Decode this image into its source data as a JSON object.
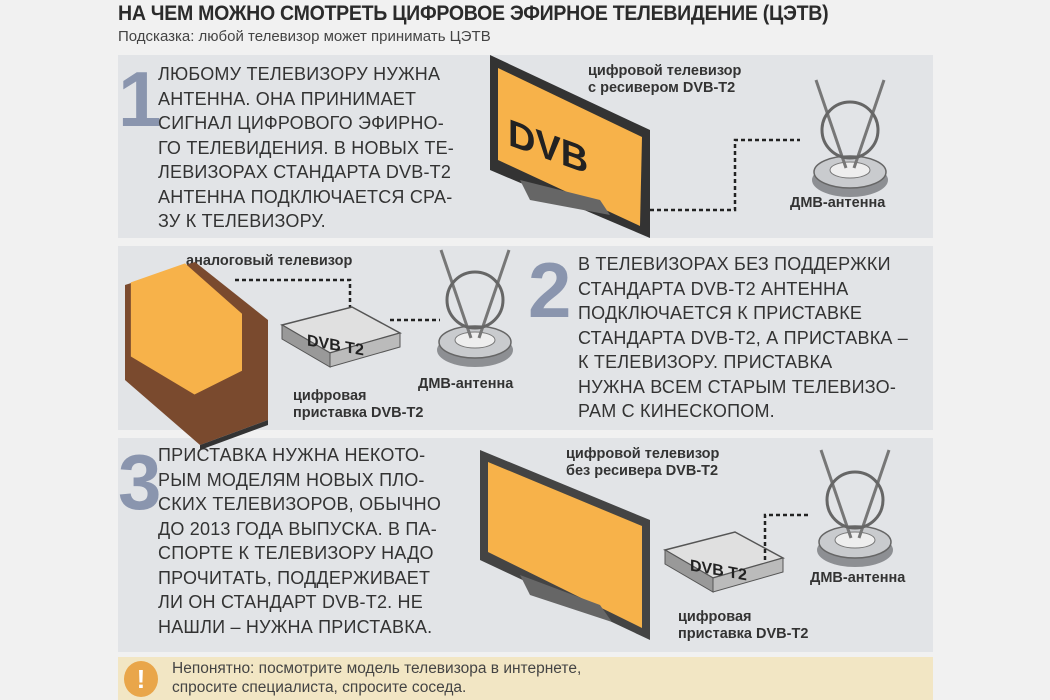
{
  "title": "НА ЧЕМ МОЖНО СМОТРЕТЬ ЦИФРОВОЕ ЭФИРНОЕ ТЕЛЕВИДЕНИЕ (ЦЭТВ)",
  "subtitle": "Подсказка: любой  телевизор  может  принимать ЦЭТВ",
  "steps": [
    {
      "number": "1",
      "lines": [
        "Любому телевизору нужна",
        "антенна. Она принимает",
        "сигнал цифрового эфирно-",
        "го телевидения. В новых те-",
        "левизорах стандарта DVB-T2",
        "антенна подключается сра-",
        "зу к телевизору."
      ],
      "labels": {
        "tv": [
          "цифровой телевизор",
          "с ресивером DVB-T2"
        ],
        "antenna": "ДМВ-антенна"
      }
    },
    {
      "number": "2",
      "lines": [
        "В телевизорах без поддержки",
        "стандарта DVB-T2 антенна",
        "подключается к приставке",
        "стандарта DVB-T2, а приставка –",
        "к телевизору. Приставка",
        "нужна всем старым телевизо-",
        "рам с кинескопом."
      ],
      "labels": {
        "tv": "аналоговый телевизор",
        "box": [
          "цифровая",
          "приставка DVB-T2"
        ],
        "antenna": "ДМВ-антенна"
      }
    },
    {
      "number": "3",
      "lines": [
        "Приставка нужна некото-",
        "рым моделям новых пло-",
        "ских телевизоров, обычно",
        "до 2013 года выпуска. В па-",
        "спорте к телевизору надо",
        "прочитать, поддерживает",
        "ли он стандарт DVB-T2. Не",
        "нашли – нужна приставка."
      ],
      "labels": {
        "tv": [
          "цифровой телевизор",
          "без ресивера DVB-T2"
        ],
        "box": [
          "цифровая",
          "приставка DVB-T2"
        ],
        "antenna": "ДМВ-антенна"
      }
    }
  ],
  "logo_text": "DVB T2",
  "footer": {
    "icon": "exclamation-icon",
    "lines": [
      "Непонятно: посмотрите модель телевизора в интернете,",
      "спросите специалиста, спросите соседа."
    ]
  },
  "colors": {
    "screen": "#f7b24a",
    "number": "#8a95ae",
    "panel": "#e2e4e7",
    "footer": "#f2e6c4",
    "warn": "#e9a64a"
  }
}
